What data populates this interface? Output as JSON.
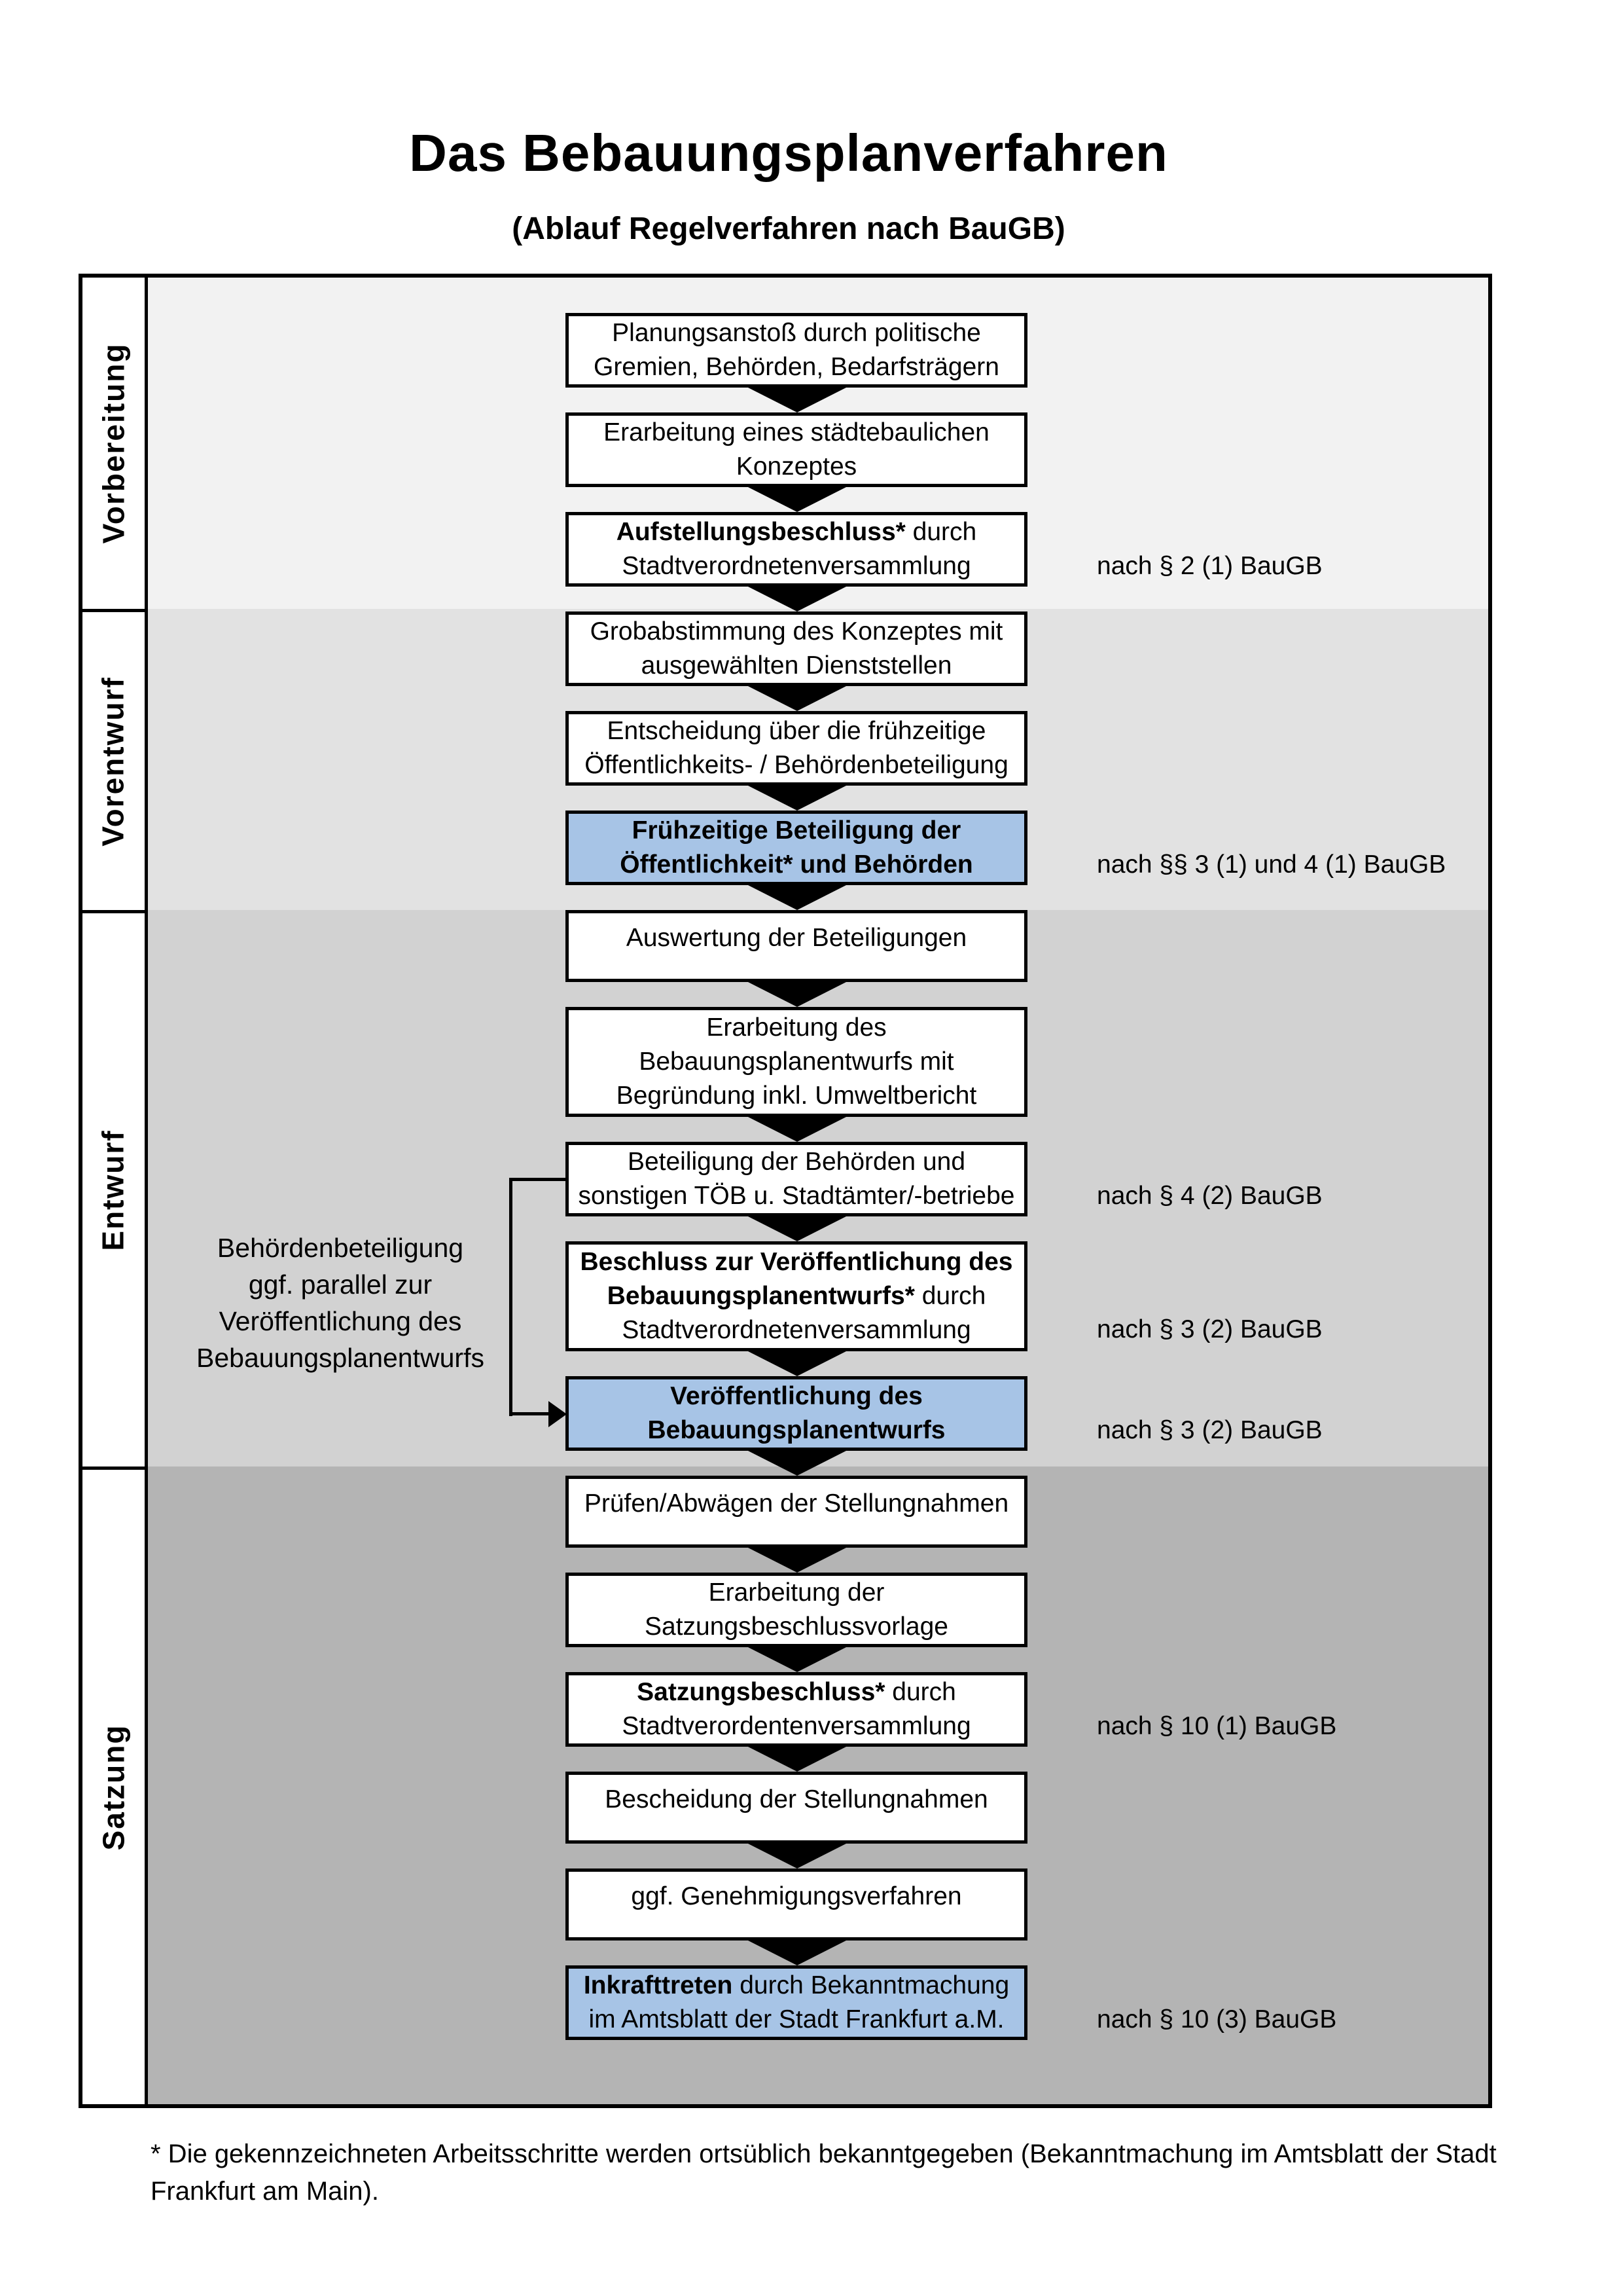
{
  "page": {
    "title": "Das Bebauungsplanverfahren",
    "subtitle": "(Ablauf Regelverfahren nach BauGB)"
  },
  "colors": {
    "border": "#000000",
    "accent_blue": "#a7c4e6",
    "phase1_bg": "#f2f2f2",
    "phase2_bg": "#e2e2e2",
    "phase3_bg": "#d2d2d2",
    "phase4_bg": "#b4b4b4"
  },
  "phases": [
    {
      "label": "Vorbereitung",
      "bg": "#f2f2f2"
    },
    {
      "label": "Vorentwurf",
      "bg": "#e2e2e2"
    },
    {
      "label": "Entwurf",
      "bg": "#d2d2d2"
    },
    {
      "label": "Satzung",
      "bg": "#b4b4b4"
    }
  ],
  "boxes": [
    {
      "variant": "white",
      "lines": [
        [
          {
            "t": "Planungsanstoß durch politische",
            "b": false
          }
        ],
        [
          {
            "t": "Gremien, Behörden, Bedarfsträgern",
            "b": false
          }
        ]
      ]
    },
    {
      "variant": "white",
      "lines": [
        [
          {
            "t": "Erarbeitung eines städtebaulichen",
            "b": false
          }
        ],
        [
          {
            "t": "Konzeptes",
            "b": false
          }
        ]
      ]
    },
    {
      "variant": "white",
      "lines": [
        [
          {
            "t": "Aufstellungsbeschluss*",
            "b": true
          },
          {
            "t": " durch",
            "b": false
          }
        ],
        [
          {
            "t": "Stadtverordnetenversammlung",
            "b": false
          }
        ]
      ]
    },
    {
      "variant": "white",
      "lines": [
        [
          {
            "t": "Grobabstimmung des Konzeptes mit",
            "b": false
          }
        ],
        [
          {
            "t": "ausgewählten Dienststellen",
            "b": false
          }
        ]
      ]
    },
    {
      "variant": "white",
      "lines": [
        [
          {
            "t": "Entscheidung über die frühzeitige",
            "b": false
          }
        ],
        [
          {
            "t": "Öffentlichkeits- / Behördenbeteiligung",
            "b": false
          }
        ]
      ]
    },
    {
      "variant": "blue",
      "lines": [
        [
          {
            "t": "Frühzeitige Beteiligung der",
            "b": true
          }
        ],
        [
          {
            "t": "Öffentlichkeit* und Behörden",
            "b": true
          }
        ]
      ]
    },
    {
      "variant": "white",
      "lines": [
        [
          {
            "t": "Auswertung der Beteiligungen",
            "b": false
          }
        ]
      ]
    },
    {
      "variant": "white",
      "lines": [
        [
          {
            "t": "Erarbeitung des",
            "b": false
          }
        ],
        [
          {
            "t": "Bebauungsplanentwurfs mit",
            "b": false
          }
        ],
        [
          {
            "t": "Begründung inkl. Umweltbericht",
            "b": false
          }
        ]
      ]
    },
    {
      "variant": "white",
      "lines": [
        [
          {
            "t": "Beteiligung der Behörden und",
            "b": false
          }
        ],
        [
          {
            "t": "sonstigen TÖB u. Stadtämter/-betriebe",
            "b": false
          }
        ]
      ]
    },
    {
      "variant": "white",
      "lines": [
        [
          {
            "t": "Beschluss zur Veröffentlichung des",
            "b": true
          }
        ],
        [
          {
            "t": "Bebauungsplanentwurfs*",
            "b": true
          },
          {
            "t": " durch",
            "b": false
          }
        ],
        [
          {
            "t": "Stadtverordnetenversammlung",
            "b": false
          }
        ]
      ]
    },
    {
      "variant": "blue",
      "lines": [
        [
          {
            "t": "Veröffentlichung des",
            "b": true
          }
        ],
        [
          {
            "t": "Bebauungsplanentwurfs",
            "b": true
          }
        ]
      ]
    },
    {
      "variant": "white",
      "lines": [
        [
          {
            "t": "Prüfen/Abwägen der Stellungnahmen",
            "b": false
          }
        ]
      ]
    },
    {
      "variant": "white",
      "lines": [
        [
          {
            "t": "Erarbeitung der",
            "b": false
          }
        ],
        [
          {
            "t": "Satzungsbeschlussvorlage",
            "b": false
          }
        ]
      ]
    },
    {
      "variant": "white",
      "lines": [
        [
          {
            "t": "Satzungsbeschluss*",
            "b": true
          },
          {
            "t": " durch",
            "b": false
          }
        ],
        [
          {
            "t": "Stadtverordentenversammlung",
            "b": false
          }
        ]
      ]
    },
    {
      "variant": "white",
      "lines": [
        [
          {
            "t": "Bescheidung der Stellungnahmen",
            "b": false
          }
        ]
      ]
    },
    {
      "variant": "white",
      "lines": [
        [
          {
            "t": "ggf. Genehmigungsverfahren",
            "b": false
          }
        ]
      ]
    },
    {
      "variant": "blue",
      "lines": [
        [
          {
            "t": "Inkrafttreten",
            "b": true
          },
          {
            "t": " durch Bekanntmachung",
            "b": false
          }
        ],
        [
          {
            "t": "im Amtsblatt der Stadt Frankfurt a.M.",
            "b": false
          }
        ]
      ]
    }
  ],
  "notes": [
    {
      "text": "nach § 2 (1) BauGB"
    },
    {
      "text": "nach §§ 3 (1) und 4 (1) BauGB"
    },
    {
      "text": "nach § 4 (2) BauGB"
    },
    {
      "text": "nach § 3 (2) BauGB"
    },
    {
      "text": "nach § 3 (2) BauGB"
    },
    {
      "text": "nach § 10 (1) BauGB"
    },
    {
      "text": "nach § 10 (3) BauGB"
    }
  ],
  "annotation": {
    "lines": [
      [
        {
          "t": "Behördenbeteiligung",
          "b": false
        }
      ],
      [
        {
          "t": "ggf. parallel zur",
          "b": false
        }
      ],
      [
        {
          "t": "Veröffentlichung des",
          "b": false
        }
      ],
      [
        {
          "t": "Bebauungsplanentwurfs",
          "b": false
        }
      ]
    ]
  },
  "footnote": "* Die gekennzeichneten Arbeitsschritte werden ortsüblich bekanntgegeben (Bekanntmachung im Amtsblatt  der Stadt\nFrankfurt am Main)."
}
